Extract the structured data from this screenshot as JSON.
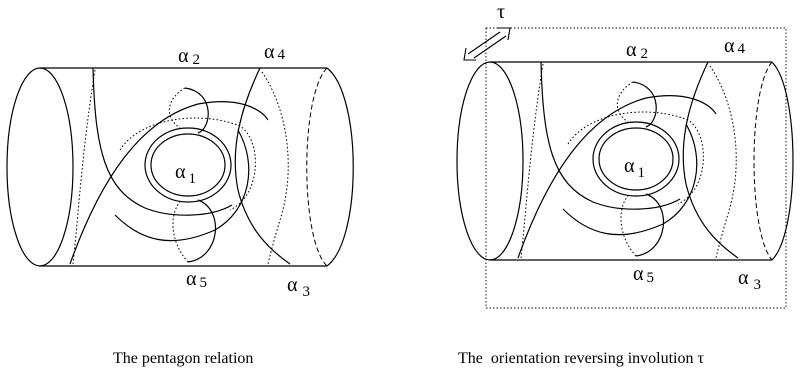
{
  "figures": [
    {
      "caption": "The pentagon relation",
      "labels": {
        "a1": {
          "greek": "α",
          "sub": "1"
        },
        "a2": {
          "greek": "α",
          "sub": "2"
        },
        "a3": {
          "greek": "α",
          "sub": "3"
        },
        "a4": {
          "greek": "α",
          "sub": "4"
        },
        "a5": {
          "greek": "α",
          "sub": "5"
        }
      }
    },
    {
      "caption": "The  orientation reversing involution τ",
      "tau": "τ",
      "labels": {
        "a1": {
          "greek": "α",
          "sub": "1"
        },
        "a2": {
          "greek": "α",
          "sub": "2"
        },
        "a3": {
          "greek": "α",
          "sub": "3"
        },
        "a4": {
          "greek": "α",
          "sub": "4"
        },
        "a5": {
          "greek": "α",
          "sub": "5"
        }
      }
    }
  ]
}
